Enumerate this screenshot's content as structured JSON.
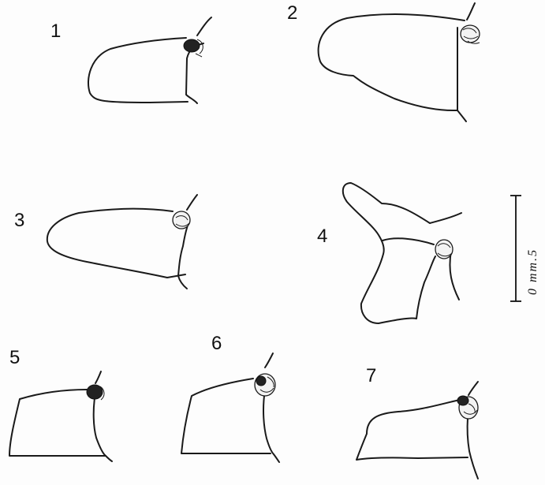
{
  "figures": [
    {
      "number": "1"
    },
    {
      "number": "2"
    },
    {
      "number": "3"
    },
    {
      "number": "4"
    },
    {
      "number": "5"
    },
    {
      "number": "6"
    },
    {
      "number": "7"
    }
  ],
  "scale_bar": {
    "label": "0 mm.5"
  }
}
